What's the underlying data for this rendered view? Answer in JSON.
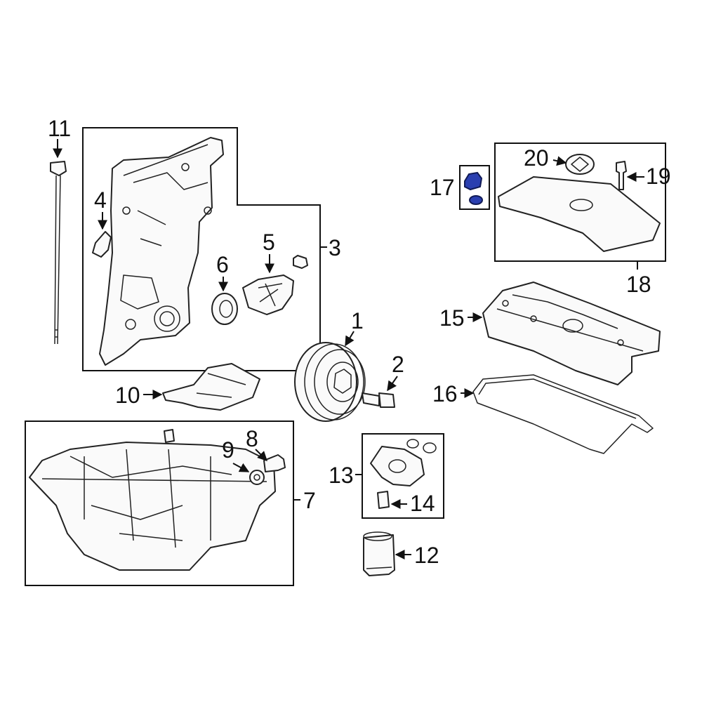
{
  "labels": {
    "p1": "1",
    "p2": "2",
    "p3": "3",
    "p4": "4",
    "p5": "5",
    "p6": "6",
    "p7": "7",
    "p8": "8",
    "p9": "9",
    "p10": "10",
    "p11": "11",
    "p12": "12",
    "p13": "13",
    "p14": "14",
    "p15": "15",
    "p16": "16",
    "p17": "17",
    "p18": "18",
    "p19": "19",
    "p20": "20"
  },
  "colors": {
    "highlight": "#2a3fb0",
    "line": "#222222",
    "background": "#ffffff"
  },
  "highlighted_part": "17"
}
